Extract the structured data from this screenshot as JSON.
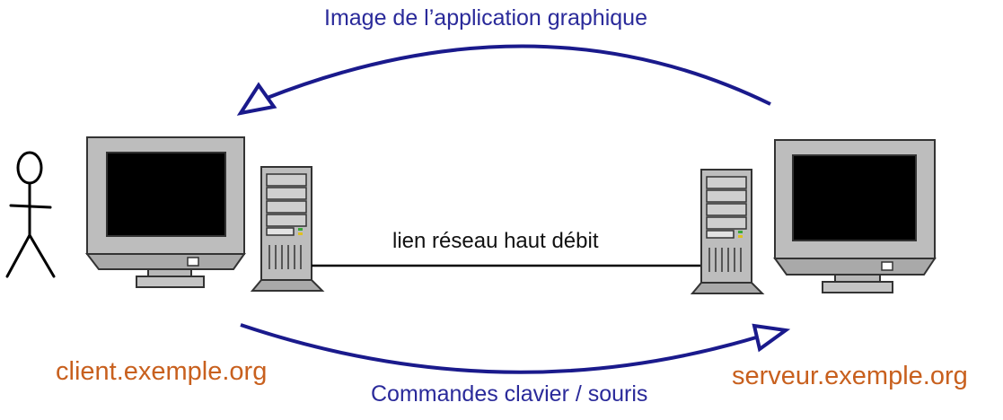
{
  "labels": {
    "top_arrow": "Image de l’application graphique",
    "bottom_arrow": "Commandes clavier / souris",
    "network_link": "lien réseau haut débit",
    "client_host": "client.exemple.org",
    "server_host": "serveur.exemple.org"
  },
  "colors": {
    "arrow": "#1a1a8c",
    "arrow_text": "#2a2a9a",
    "host_text": "#c8601e",
    "text": "#111111",
    "monitor_body": "#bdbdbd",
    "screen": "#000000"
  },
  "icons": [
    "stick-figure-user-icon",
    "client-monitor-icon",
    "client-tower-icon",
    "server-tower-icon",
    "server-monitor-icon"
  ]
}
